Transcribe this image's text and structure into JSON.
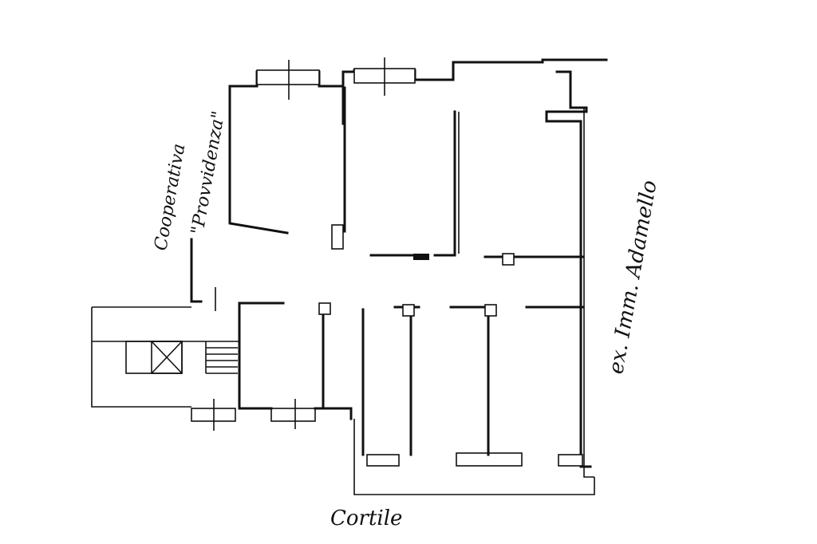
{
  "plan": {
    "labels": {
      "left_line1": "Cooperativa",
      "left_line2": "\"Provvidenza\"",
      "right": "ex. Imm. Adamello",
      "bottom": "Cortile"
    }
  }
}
